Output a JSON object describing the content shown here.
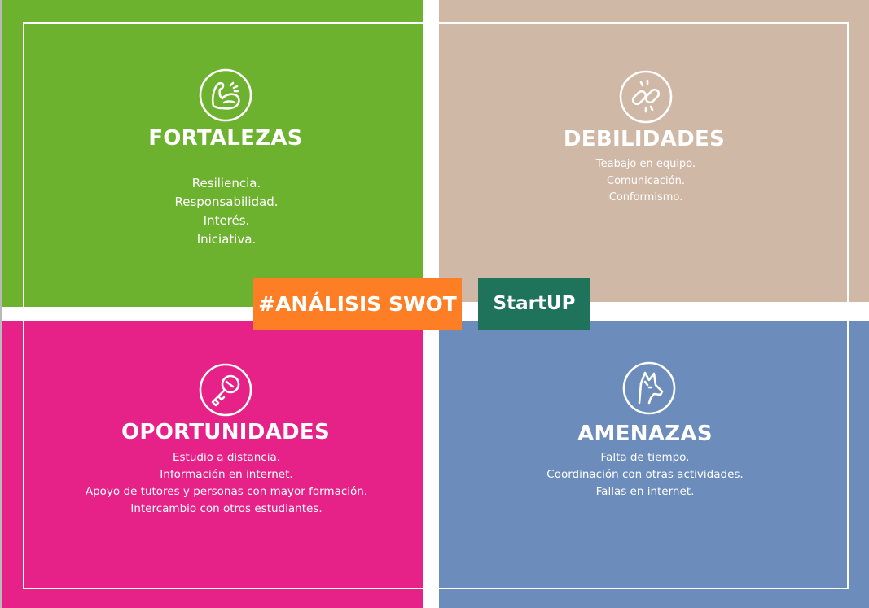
{
  "center": {
    "title": "#ANÁLISIS SWOT",
    "brand": "StartUP"
  },
  "quadrants": {
    "fortalezas": {
      "title": "FORTALEZAS",
      "icon": "flexed-arm-icon",
      "color": "#6db22f",
      "items": [
        "Resiliencia.",
        "Responsabilidad.",
        "Interés.",
        "Iniciativa."
      ]
    },
    "debilidades": {
      "title": "DEBILIDADES",
      "icon": "broken-chain-icon",
      "color": "#d0b8a7",
      "items": [
        "Teabajo en equipo.",
        "Comunicación.",
        "Conformismo."
      ]
    },
    "oportunidades": {
      "title": "OPORTUNIDADES",
      "icon": "key-icon",
      "color": "#e62187",
      "items": [
        "Estudio a distancia.",
        "Información en internet.",
        "Apoyo de tutores y personas con mayor formación.",
        "Intercambio con otros estudiantes."
      ]
    },
    "amenazas": {
      "title": "AMENAZAS",
      "icon": "wolf-head-icon",
      "color": "#6c8dbc",
      "items": [
        "Falta de tiempo.",
        "Coordinación con otras actividades.",
        "Fallas en internet."
      ]
    }
  },
  "colors": {
    "swot_badge": "#fd7e24",
    "startup_badge": "#20735b"
  }
}
